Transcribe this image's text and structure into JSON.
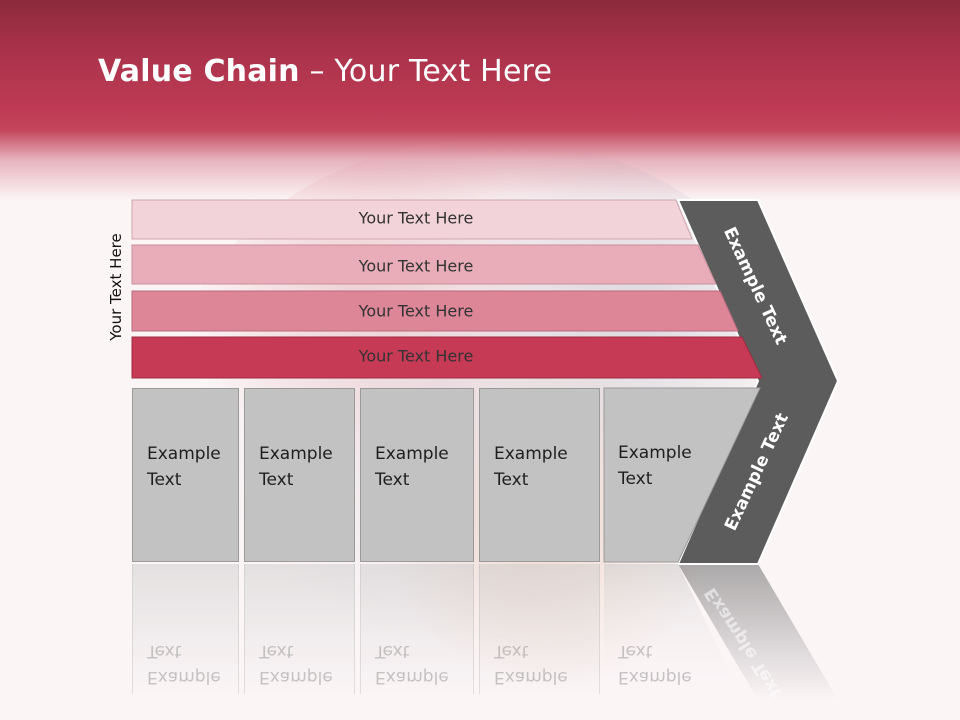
{
  "title": {
    "bold": "Value Chain",
    "rest": " – Your Text Here"
  },
  "side_label": "Your Text Here",
  "bars": [
    {
      "label": "Your Text Here",
      "color": "#f3d3da"
    },
    {
      "label": "Your Text Here",
      "color": "#e8adb9"
    },
    {
      "label": "Your Text Here",
      "color": "#dc8698"
    },
    {
      "label": "Your Text Here",
      "color": "#c73a56"
    }
  ],
  "chevron": {
    "top_label": "Example Text",
    "bottom_label": "Example Text",
    "color": "#5c5c5c"
  },
  "boxes": [
    {
      "line1": "Example",
      "line2": "Text"
    },
    {
      "line1": "Example",
      "line2": "Text"
    },
    {
      "line1": "Example",
      "line2": "Text"
    },
    {
      "line1": "Example",
      "line2": "Text"
    },
    {
      "line1": "Example",
      "line2": "Text"
    }
  ]
}
